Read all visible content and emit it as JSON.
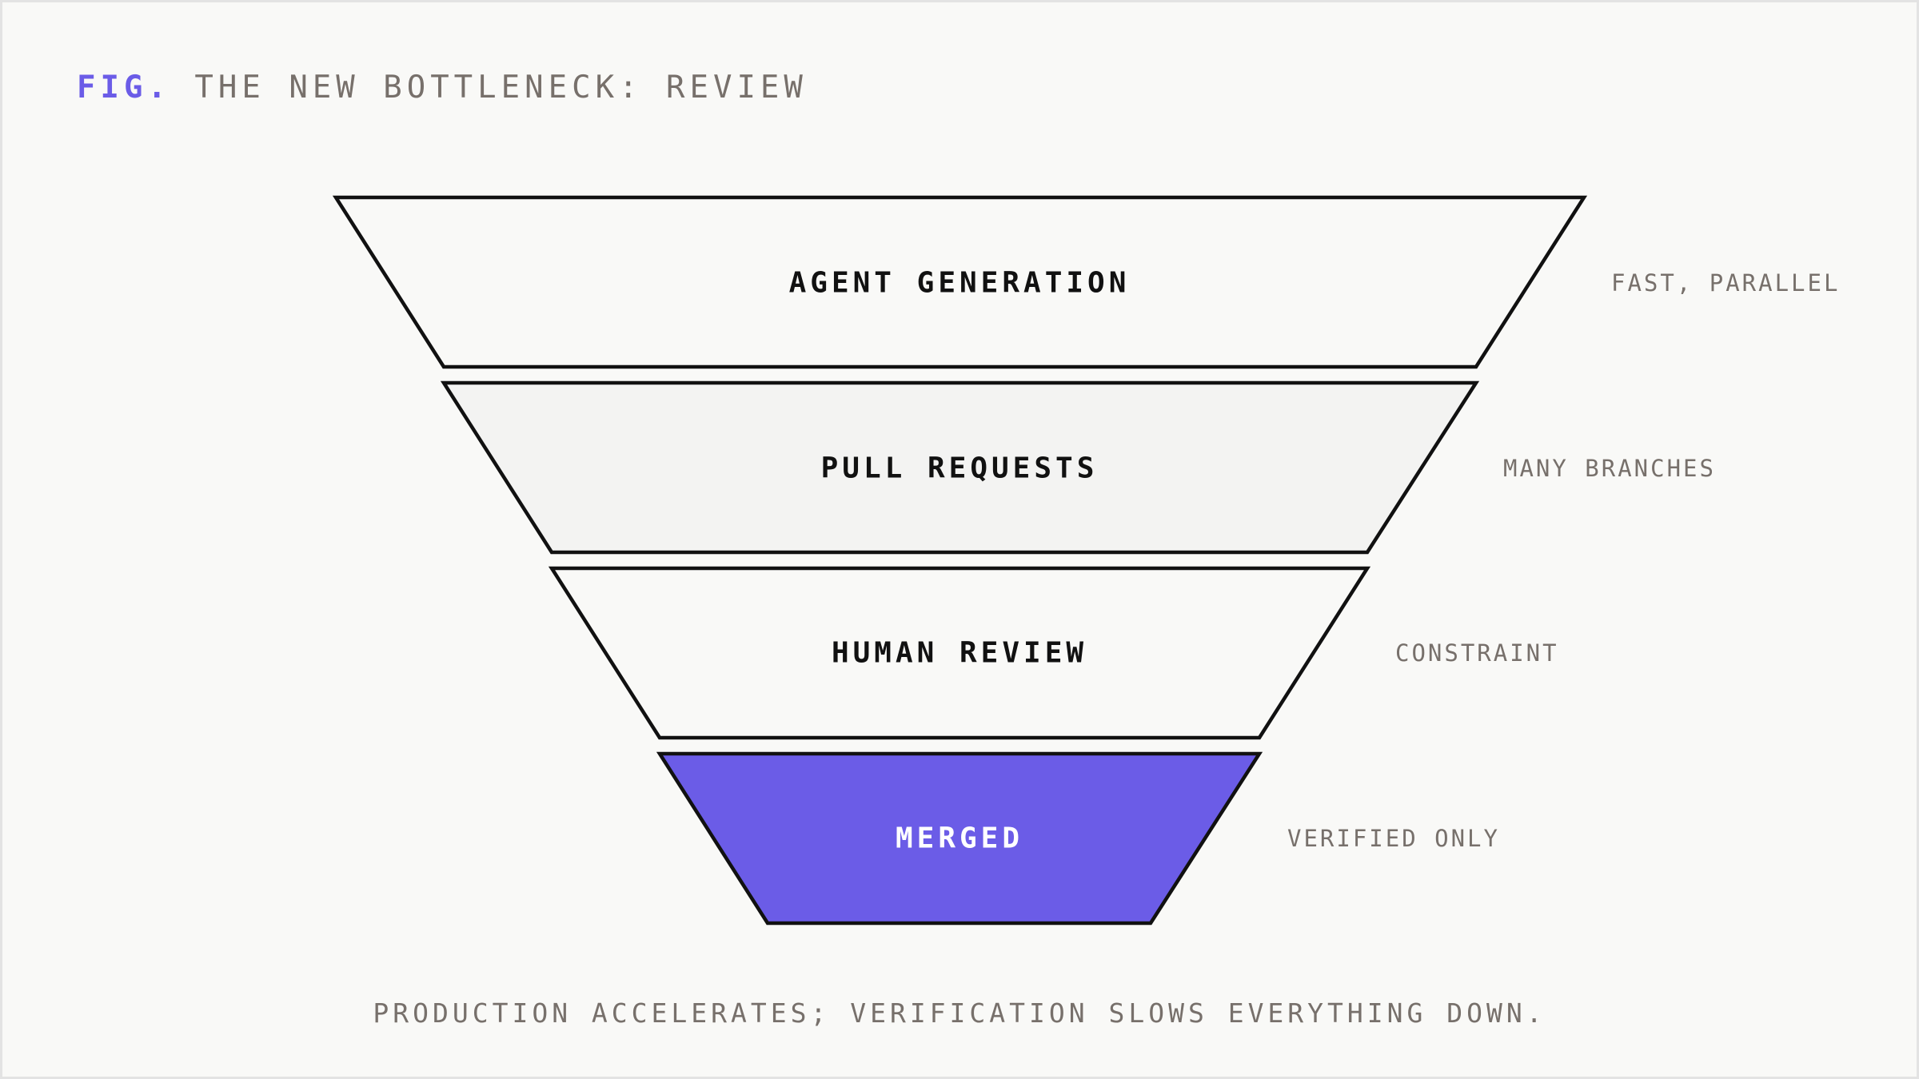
{
  "figure": {
    "prefix": "FIG.",
    "title": "THE NEW BOTTLENECK: REVIEW"
  },
  "stages": [
    {
      "label": "AGENT GENERATION",
      "note": "FAST, PARALLEL",
      "fill": "#f9f9f7",
      "text_color": "#111111"
    },
    {
      "label": "PULL REQUESTS",
      "note": "MANY BRANCHES",
      "fill": "#f3f3f2",
      "text_color": "#111111"
    },
    {
      "label": "HUMAN REVIEW",
      "note": "CONSTRAINT",
      "fill": "#f9f9f7",
      "text_color": "#111111"
    },
    {
      "label": "MERGED",
      "note": "VERIFIED ONLY",
      "fill": "#6b5ce7",
      "text_color": "#ffffff"
    }
  ],
  "caption": "PRODUCTION ACCELERATES; VERIFICATION SLOWS EVERYTHING DOWN.",
  "colors": {
    "accent": "#6b5ce7",
    "stroke": "#111111",
    "muted_text": "#77706b",
    "background": "#f9f9f7"
  }
}
